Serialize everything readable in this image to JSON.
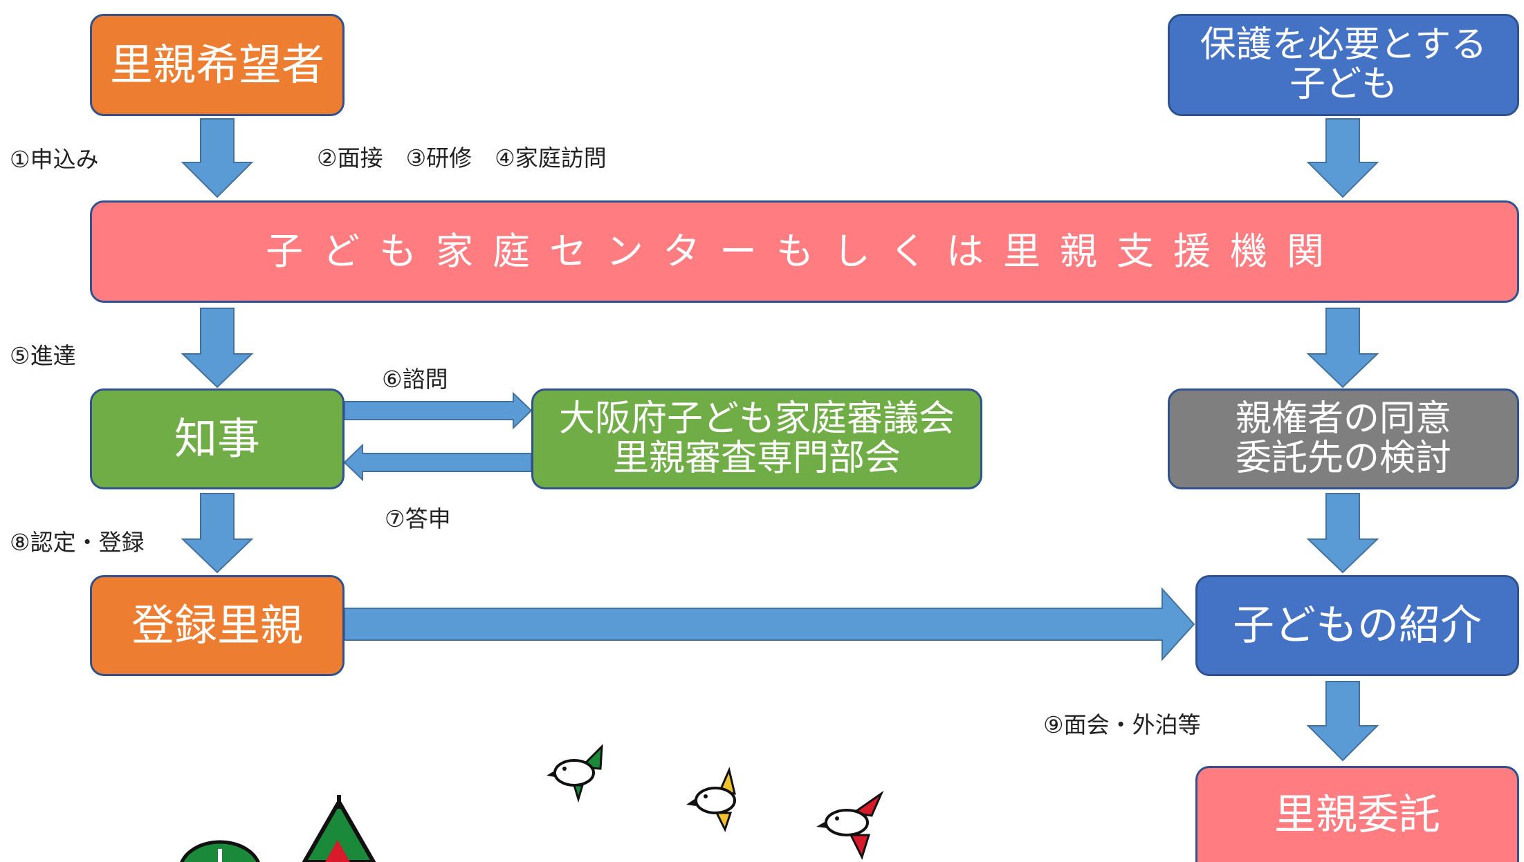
{
  "colors": {
    "orange": "#ed7d31",
    "blue": "#4472c4",
    "pink": "#ff7c80",
    "green": "#70ad47",
    "gray": "#7f7f7f",
    "arrow": "#5b9bd5",
    "border": "#2f528f"
  },
  "nodes": {
    "applicant": "里親希望者",
    "child_in_need": [
      "保護を必要とする",
      "子ども"
    ],
    "center": "子ども家庭センターもしくは里親支援機関",
    "governor": "知事",
    "council": [
      "大阪府子ども家庭審議会",
      "里親審査専門部会"
    ],
    "consent": [
      "親権者の同意",
      "委託先の検討"
    ],
    "registered": "登録里親",
    "introduction": "子どもの紹介",
    "placement": "里親委託"
  },
  "steps": {
    "s1": "①申込み",
    "s234": "②面接　③研修　④家庭訪問",
    "s5": "⑤進達",
    "s6": "⑥諮問",
    "s7": "⑦答申",
    "s8": "⑧認定・登録",
    "s9": "⑨面会・外泊等"
  },
  "decorations": [
    "bird-icon",
    "bird-icon",
    "bird-icon",
    "tree-icon",
    "tree-icon"
  ]
}
